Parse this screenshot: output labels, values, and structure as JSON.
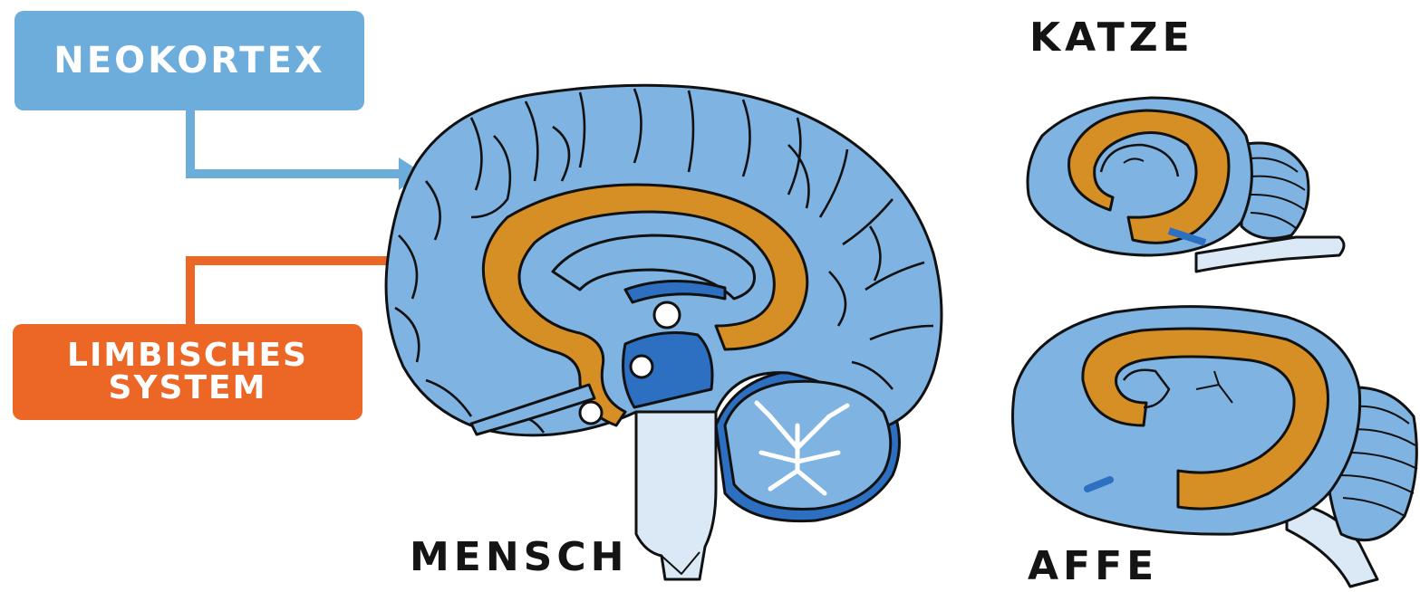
{
  "labels": {
    "neokortex": "NEOKORTEX",
    "limbisches_line1": "LIMBISCHES",
    "limbisches_line2": "SYSTEM",
    "katze": "KATZE",
    "mensch": "MENSCH",
    "affe": "AFFE"
  },
  "colors": {
    "neocortex_blue": "#7fb3e2",
    "limbic_orange": "#d68f25",
    "dark_blue": "#2d6fc0",
    "pale_blue": "#dbe8f5",
    "neokortex_label": "#6daddc",
    "limbic_label": "#ec6626",
    "outline": "#111111"
  }
}
